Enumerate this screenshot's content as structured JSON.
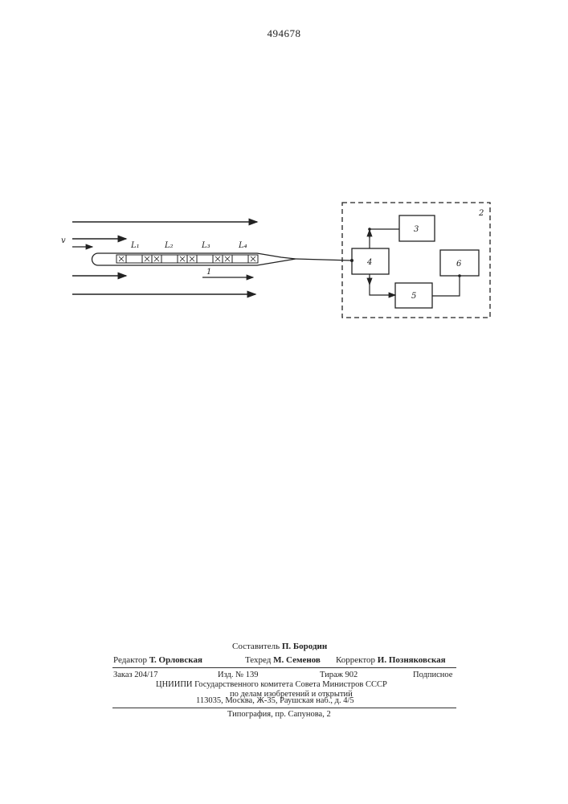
{
  "page_number": "494678",
  "figure": {
    "labels": {
      "velocity": "v",
      "l1": "L₁",
      "l2": "L₂",
      "l3": "L₃",
      "l4": "L₄",
      "probe": "1",
      "unit": "2",
      "block3": "3",
      "block4": "4",
      "block5": "5",
      "block6": "6"
    }
  },
  "colophon": {
    "compiler_label": "Составитель",
    "compiler_name": "П. Бородин",
    "editor_label": "Редактор",
    "editor_name": "Т. Орловская",
    "techred_label": "Техред",
    "techred_name": "М. Семенов",
    "corrector_label": "Корректор",
    "corrector_name": "И. Позняковская",
    "order": "Заказ 204/17",
    "edition": "Изд. № 139",
    "print_run": "Тираж 902",
    "subscription": "Подписное",
    "org_line1": "ЦНИИПИ Государственного комитета Совета Министров СССР",
    "org_line2": "по делам изобретений и открытий",
    "address": "113035, Москва, Ж-35, Раушская наб., д. 4/5",
    "printer": "Типография, пр. Сапунова, 2"
  }
}
